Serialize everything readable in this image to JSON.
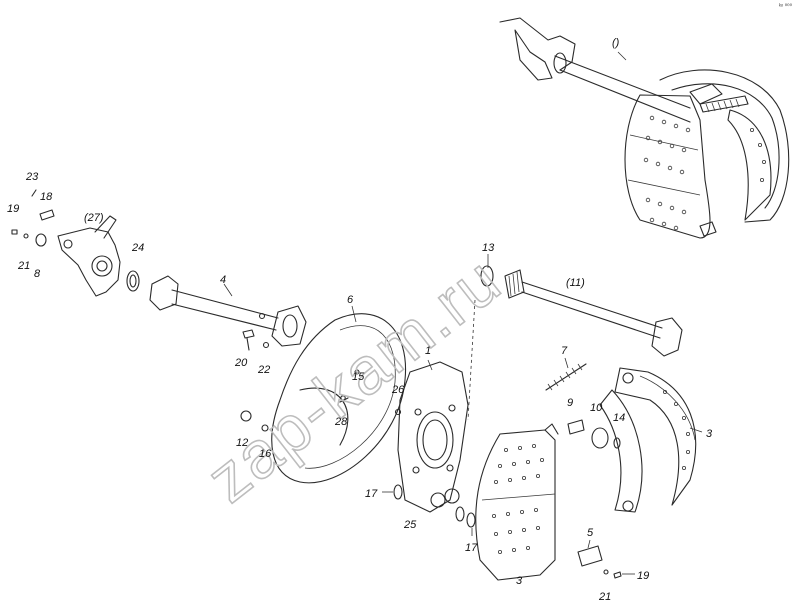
{
  "watermark": "zap-kam.ru",
  "corner_mark": "ᵏᵒ ⁰⁰⁰",
  "labels": {
    "l_paren_top": "()",
    "l23": "23",
    "l18": "18",
    "l19a": "19",
    "l27": "(27)",
    "l21a": "21",
    "l8": "8",
    "l24": "24",
    "l4": "4",
    "l13": "13",
    "l11": "(11)",
    "l6": "6",
    "l20": "20",
    "l22": "22",
    "l7": "7",
    "l1": "1",
    "l15": "15",
    "l26": "26",
    "l9": "9",
    "l10": "10",
    "l14": "14",
    "l3a": "3",
    "l28": "28",
    "l12": "12",
    "l16": "16",
    "l17a": "17",
    "l25": "25",
    "l17b": "17",
    "l5": "5",
    "l3b": "3",
    "l19b": "19",
    "l21b": "21"
  }
}
